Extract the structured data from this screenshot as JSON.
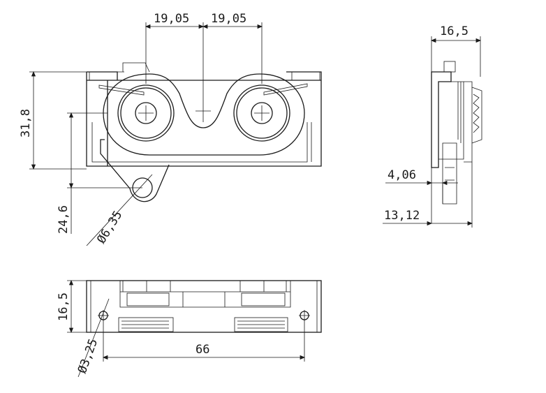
{
  "views": {
    "front": {
      "dim_left_spacing": "19,05",
      "dim_right_spacing": "19,05",
      "dim_total_height": "31,8",
      "dim_hole_height": "24,6",
      "dim_hole_diameter": "Ø6,35"
    },
    "side": {
      "dim_top_width": "16,5",
      "dim_offset_small": "4,06",
      "dim_offset_large": "13,12"
    },
    "bottom": {
      "dim_height": "16,5",
      "dim_hole_diameter": "Ø3,25",
      "dim_hole_spacing": "66"
    }
  }
}
